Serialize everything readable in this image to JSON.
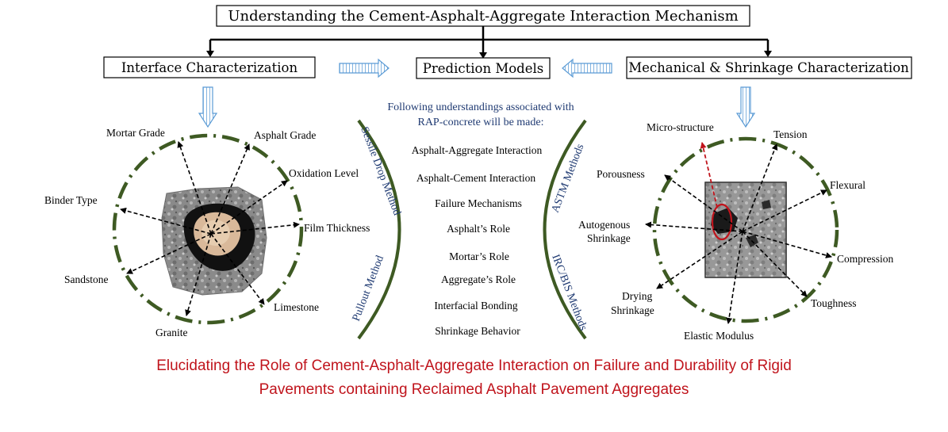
{
  "title": "Understanding the Cement-Asphalt-Aggregate  Interaction Mechanism",
  "boxes": {
    "left": "Interface Characterization",
    "center": "Prediction Models",
    "right": "Mechanical & Shrinkage Characterization"
  },
  "left_labels": {
    "mortar_grade": "Mortar Grade",
    "asphalt_grade": "Asphalt Grade",
    "oxidation_level": "Oxidation Level",
    "binder_type": "Binder Type",
    "film_thickness": "Film Thickness",
    "sandstone": "Sandstone",
    "limestone": "Limestone",
    "granite": "Granite"
  },
  "middle": {
    "intro_line1": "Following understandings associated with",
    "intro_line2": "RAP-concrete will be made:",
    "items": [
      "Asphalt-Aggregate Interaction",
      "Asphalt-Cement Interaction",
      "Failure Mechanisms",
      "Asphalt’s Role",
      "Mortar’s Role",
      "Aggregate’s Role",
      "Interfacial Bonding",
      "Shrinkage Behavior"
    ],
    "methods": {
      "sessile": "Sessile Drop Method",
      "pullout": "Pullout Method",
      "astm": "ASTM Methods",
      "irc": "IRC/BIS Methods"
    }
  },
  "right_labels": {
    "micro_structure": "Micro-structure",
    "tension": "Tension",
    "porousness": "Porousness",
    "flexural": "Flexural",
    "autogenous_1": "Autogenous",
    "autogenous_2": "Shrinkage",
    "compression": "Compression",
    "drying_1": "Drying",
    "drying_2": "Shrinkage",
    "toughness": "Toughness",
    "elastic_modulus": "Elastic Modulus"
  },
  "bottom_title": {
    "line1": "Elucidating the Role of Cement-Asphalt-Aggregate Interaction on Failure and Durability of Rigid",
    "line2": "Pavements containing Reclaimed Asphalt Pavement Aggregates"
  },
  "colors": {
    "circle": "#3e5a23",
    "method_text": "#1f3a72",
    "bottom_text": "#c0141c",
    "arrow_blue": "#5b9bd5",
    "highlight_red": "#c0141c"
  }
}
